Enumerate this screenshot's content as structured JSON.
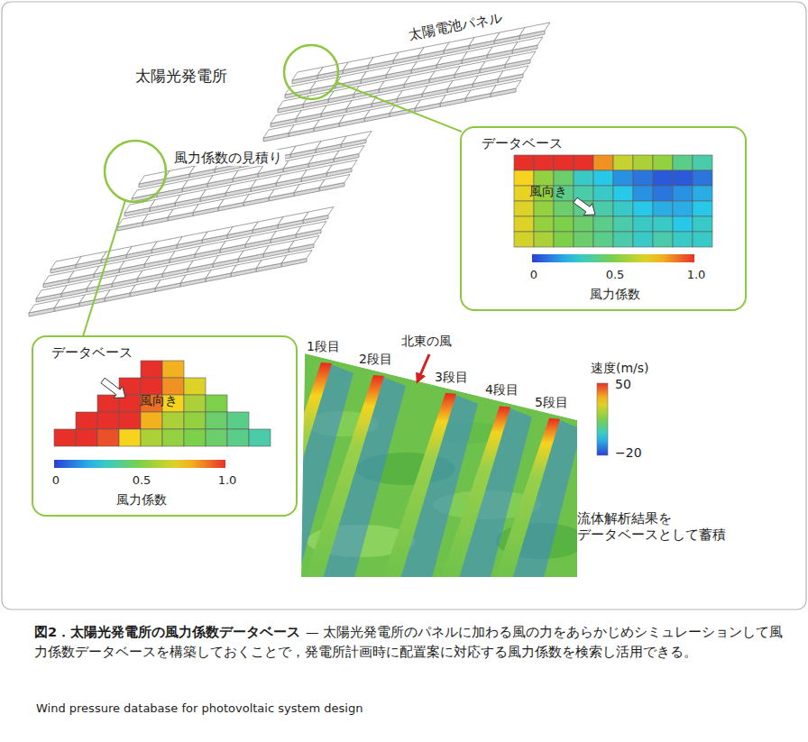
{
  "diagram": {
    "caption": "図2．太陽光発電所の風力係数データベース",
    "nodes": [
      {
        "text": [
          "データベース",
          "風向き",
          "0",
          "0.5",
          "1.0",
          "風力係数"
        ]
      },
      {
        "text": [
          "データベース",
          "風向き",
          "0",
          "0.5",
          "1.0",
          "風力係数"
        ]
      }
    ],
    "labels": [
      "太陽光発電所",
      "太陽電池パネル",
      "風力係数の見積り",
      "1段目",
      "2段目",
      "北東の風",
      "3段目",
      "4段目",
      "5段目",
      "速度(m/s)",
      "50",
      "−20",
      "流体解析結果を データベースとして蓄積",
      "— 太陽光発電所のパネルに加わる風の力をあらかじめシミュレーションして風力係数データベースを構築しておくことで，発電所計画時に配置案に対応する風力係数を検索し活用できる。",
      "Wind pressure database for photovoltaic system design"
    ]
  }
}
